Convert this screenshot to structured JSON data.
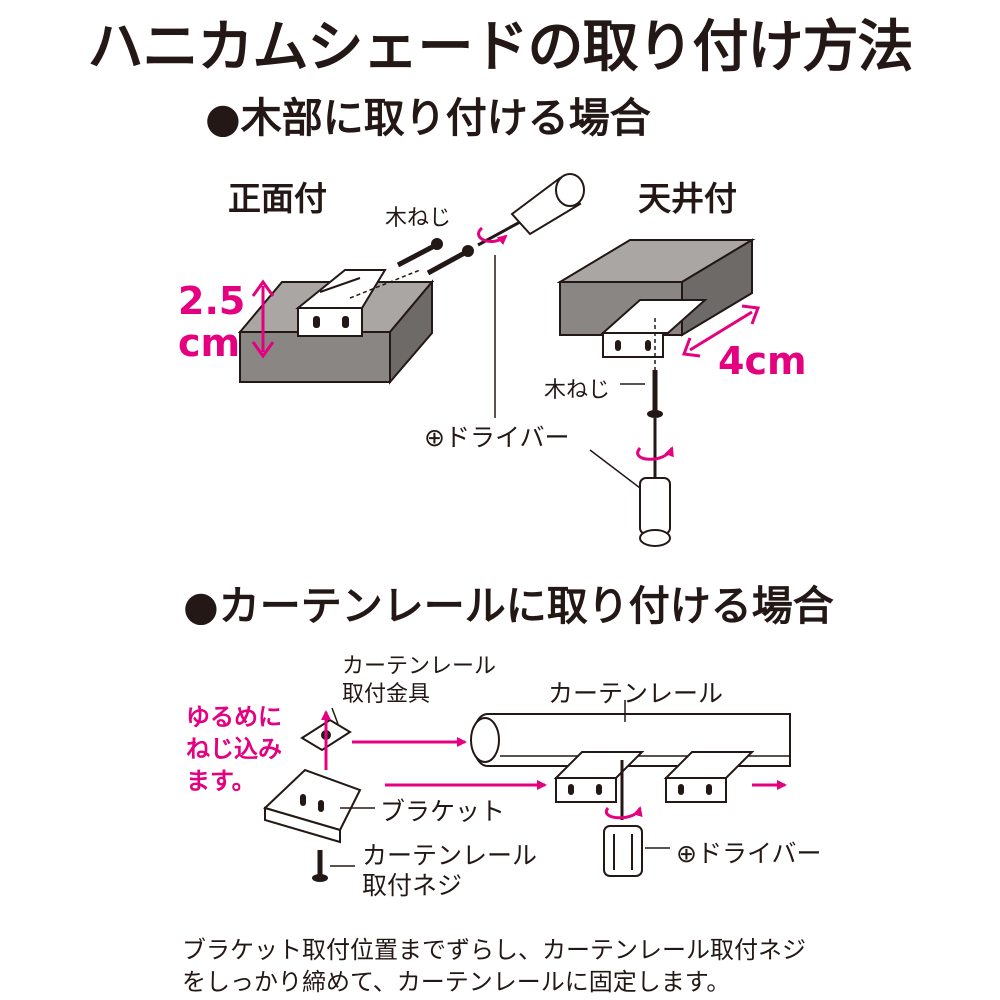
{
  "title": "ハニカムシェードの取り付け方法",
  "section_wood": {
    "heading": "●木部に取り付ける場合",
    "front_mount": {
      "title": "正面付",
      "screw_label": "木ねじ",
      "depth_value": "2.5",
      "depth_unit": "cm"
    },
    "ceiling_mount": {
      "title": "天井付",
      "width_label": "4cm",
      "screw_label": "木ねじ"
    },
    "driver_label": "⊕ドライバー"
  },
  "section_rail": {
    "heading": "●カーテンレールに取り付ける場合",
    "fitting_label_line1": "カーテンレール",
    "fitting_label_line2": "取付金具",
    "loose_note_line1": "ゆるめに",
    "loose_note_line2": "ねじ込み",
    "loose_note_line3": "ます。",
    "rail_label": "カーテンレール",
    "bracket_label": "ブラケット",
    "rail_screw_line1": "カーテンレール",
    "rail_screw_line2": "取付ネジ",
    "driver_label": "⊕ドライバー",
    "footer_line1": "ブラケット取付位置までずらし、カーテンレール取付ネジ",
    "footer_line2": "をしっかり締めて、カーテンレールに固定します。"
  },
  "colors": {
    "accent": "#e4007f",
    "ink": "#231815",
    "wood_face": "#8a8684",
    "wood_top": "#a9a6a4",
    "wood_side": "#6e6a68"
  }
}
